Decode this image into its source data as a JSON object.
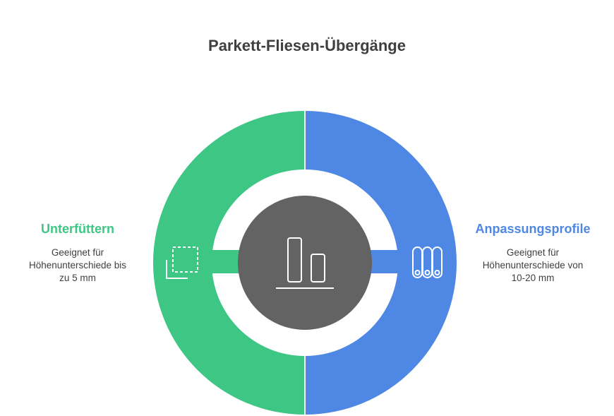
{
  "title": "Parkett-Fliesen-Übergänge",
  "colors": {
    "left": "#3ec685",
    "right": "#4e87e4",
    "center": "#636363",
    "text": "#3f3f3f"
  },
  "segments": [
    {
      "title": "Unterfüttern",
      "description_lines": [
        "Geeignet für",
        "Höhenunterschiede bis",
        "zu 5 mm"
      ],
      "icon": "shim-layers-icon"
    },
    {
      "title": "Anpassungsprofile",
      "description_lines": [
        "Geeignet für",
        "Höhenunterschiede von",
        "10-20 mm"
      ],
      "icon": "profile-rolls-icon"
    }
  ],
  "center_icon": "height-difference-bars-icon"
}
